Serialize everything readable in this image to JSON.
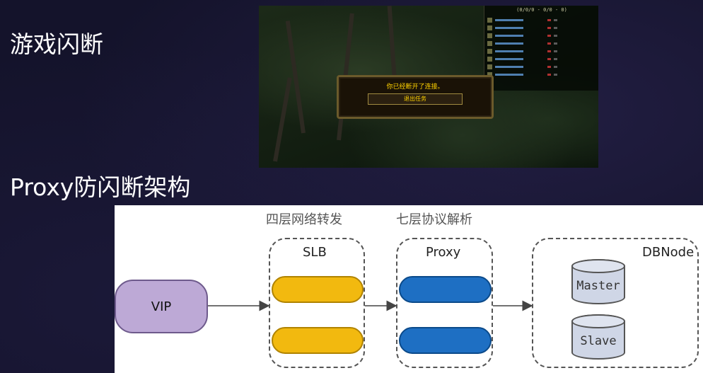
{
  "headings": {
    "game_flash": "游戏闪断",
    "proxy_arch": "Proxy防闪断架构"
  },
  "game_screenshot": {
    "disconnect_message": "你已经断开了连接。",
    "quit_button": "退出任务",
    "score_title": "(0/0/0 - 0/0 - 0)"
  },
  "diagram": {
    "layer4_label": "四层网络转发",
    "layer7_label": "七层协议解析",
    "vip": "VIP",
    "slb": "SLB",
    "proxy": "Proxy",
    "dbnode": "DBNode",
    "master": "Master",
    "slave": "Slave",
    "colors": {
      "slb": "#f2b90f",
      "proxy": "#1e6fc3",
      "vip": "#bda9d6",
      "db": "#cfd6e6"
    }
  }
}
